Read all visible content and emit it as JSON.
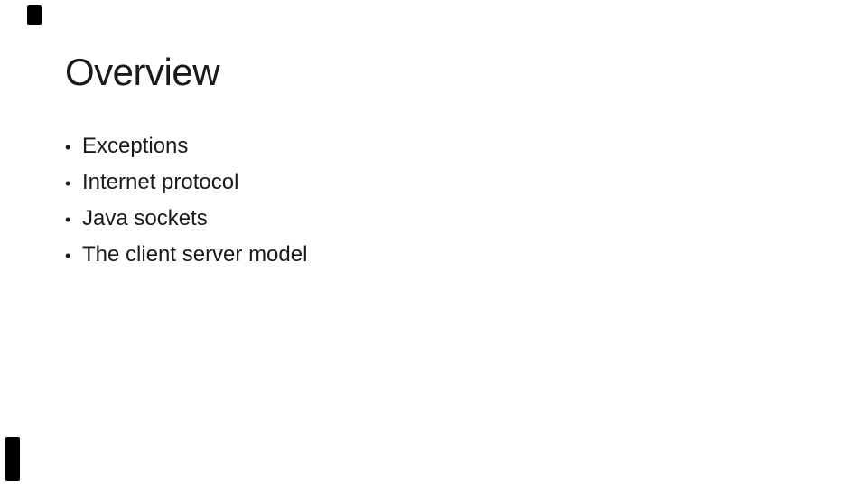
{
  "slide": {
    "title": "Overview",
    "bullet_char": "•",
    "bullets": [
      "Exceptions",
      "Internet protocol",
      "Java sockets",
      "The client server model"
    ]
  },
  "colors": {
    "background": "#ffffff",
    "text": "#1a1a1a",
    "scan_marks": "#000000"
  }
}
